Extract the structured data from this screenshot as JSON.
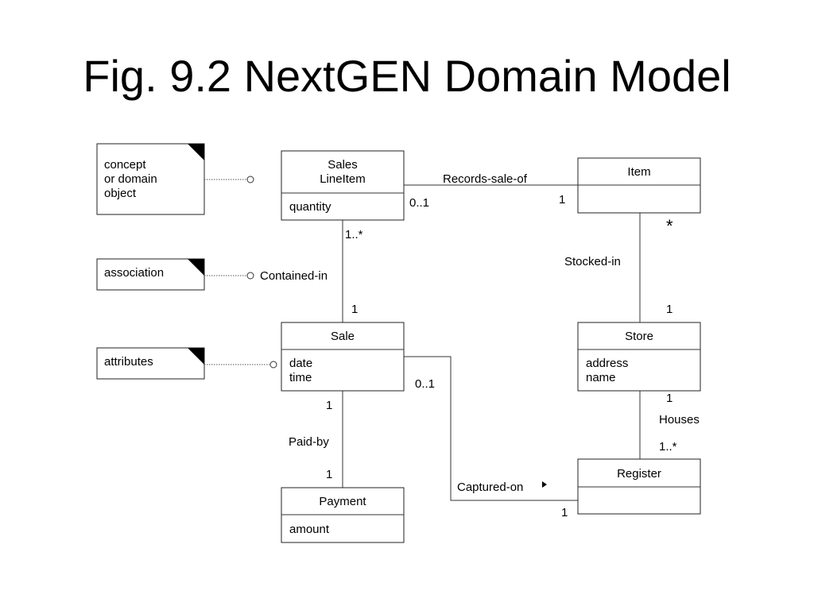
{
  "title": "Fig. 9.2 NextGEN Domain Model",
  "notes": {
    "concept": [
      "concept",
      "or domain",
      "object"
    ],
    "association": "association",
    "attributes": "attributes"
  },
  "classes": {
    "sales_line_item": {
      "name": [
        "Sales",
        "LineItem"
      ],
      "attributes": [
        "quantity"
      ]
    },
    "item": {
      "name": "Item",
      "attributes": []
    },
    "sale": {
      "name": "Sale",
      "attributes": [
        "date",
        "time"
      ]
    },
    "store": {
      "name": "Store",
      "attributes": [
        "address",
        "name"
      ]
    },
    "payment": {
      "name": "Payment",
      "attributes": [
        "amount"
      ]
    },
    "register": {
      "name": "Register",
      "attributes": []
    }
  },
  "associations": {
    "records_sale_of": {
      "label": "Records-sale-of",
      "mult_source": "0..1",
      "mult_target": "1"
    },
    "contained_in": {
      "label": "Contained-in",
      "mult_source": "1..*",
      "mult_target": "1"
    },
    "stocked_in": {
      "label": "Stocked-in",
      "mult_source": "*",
      "mult_target": "1"
    },
    "paid_by": {
      "label": "Paid-by",
      "mult_source": "1",
      "mult_target": "1"
    },
    "captured_on": {
      "label": "Captured-on",
      "mult_source": "0..1",
      "mult_target": "1"
    },
    "houses": {
      "label": "Houses",
      "mult_source": "1",
      "mult_target": "1..*"
    }
  }
}
